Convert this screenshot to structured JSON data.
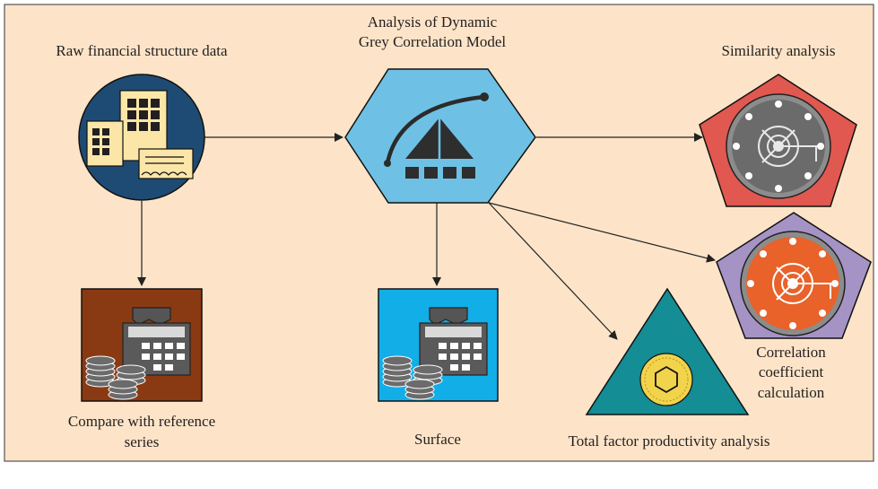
{
  "colors": {
    "background": "#fde4c8",
    "border": "#555555",
    "arrow": "#222222",
    "circle_blue": "#1e4b73",
    "hexagon_blue": "#6ec1e4",
    "pentagon_red": "#e0584f",
    "pentagon_purple": "#a593c5",
    "triangle_teal": "#148d94",
    "square_brown": "#8a3a12",
    "square_cyan": "#12aee8"
  },
  "nodes": {
    "raw_data": {
      "label": "Raw financial structure data",
      "icon": "office-buildings-icon"
    },
    "model": {
      "label_line1": "Analysis of Dynamic",
      "label_line2": "Grey Correlation Model",
      "icon": "crane-gauge-icon"
    },
    "similarity": {
      "label": "Similarity analysis",
      "icon": "vault-dial-icon"
    },
    "compare": {
      "label_line1": "Compare with reference",
      "label_line2": "series",
      "icon": "calculator-coins-icon"
    },
    "surface": {
      "label": "Surface",
      "icon": "calculator-coins-icon"
    },
    "tfp": {
      "label": "Total factor productivity analysis",
      "icon": "gold-coin-icon"
    },
    "correlation": {
      "label_line1": "Correlation",
      "label_line2": "coefficient",
      "label_line3": "calculation",
      "icon": "vault-dial-icon"
    }
  }
}
